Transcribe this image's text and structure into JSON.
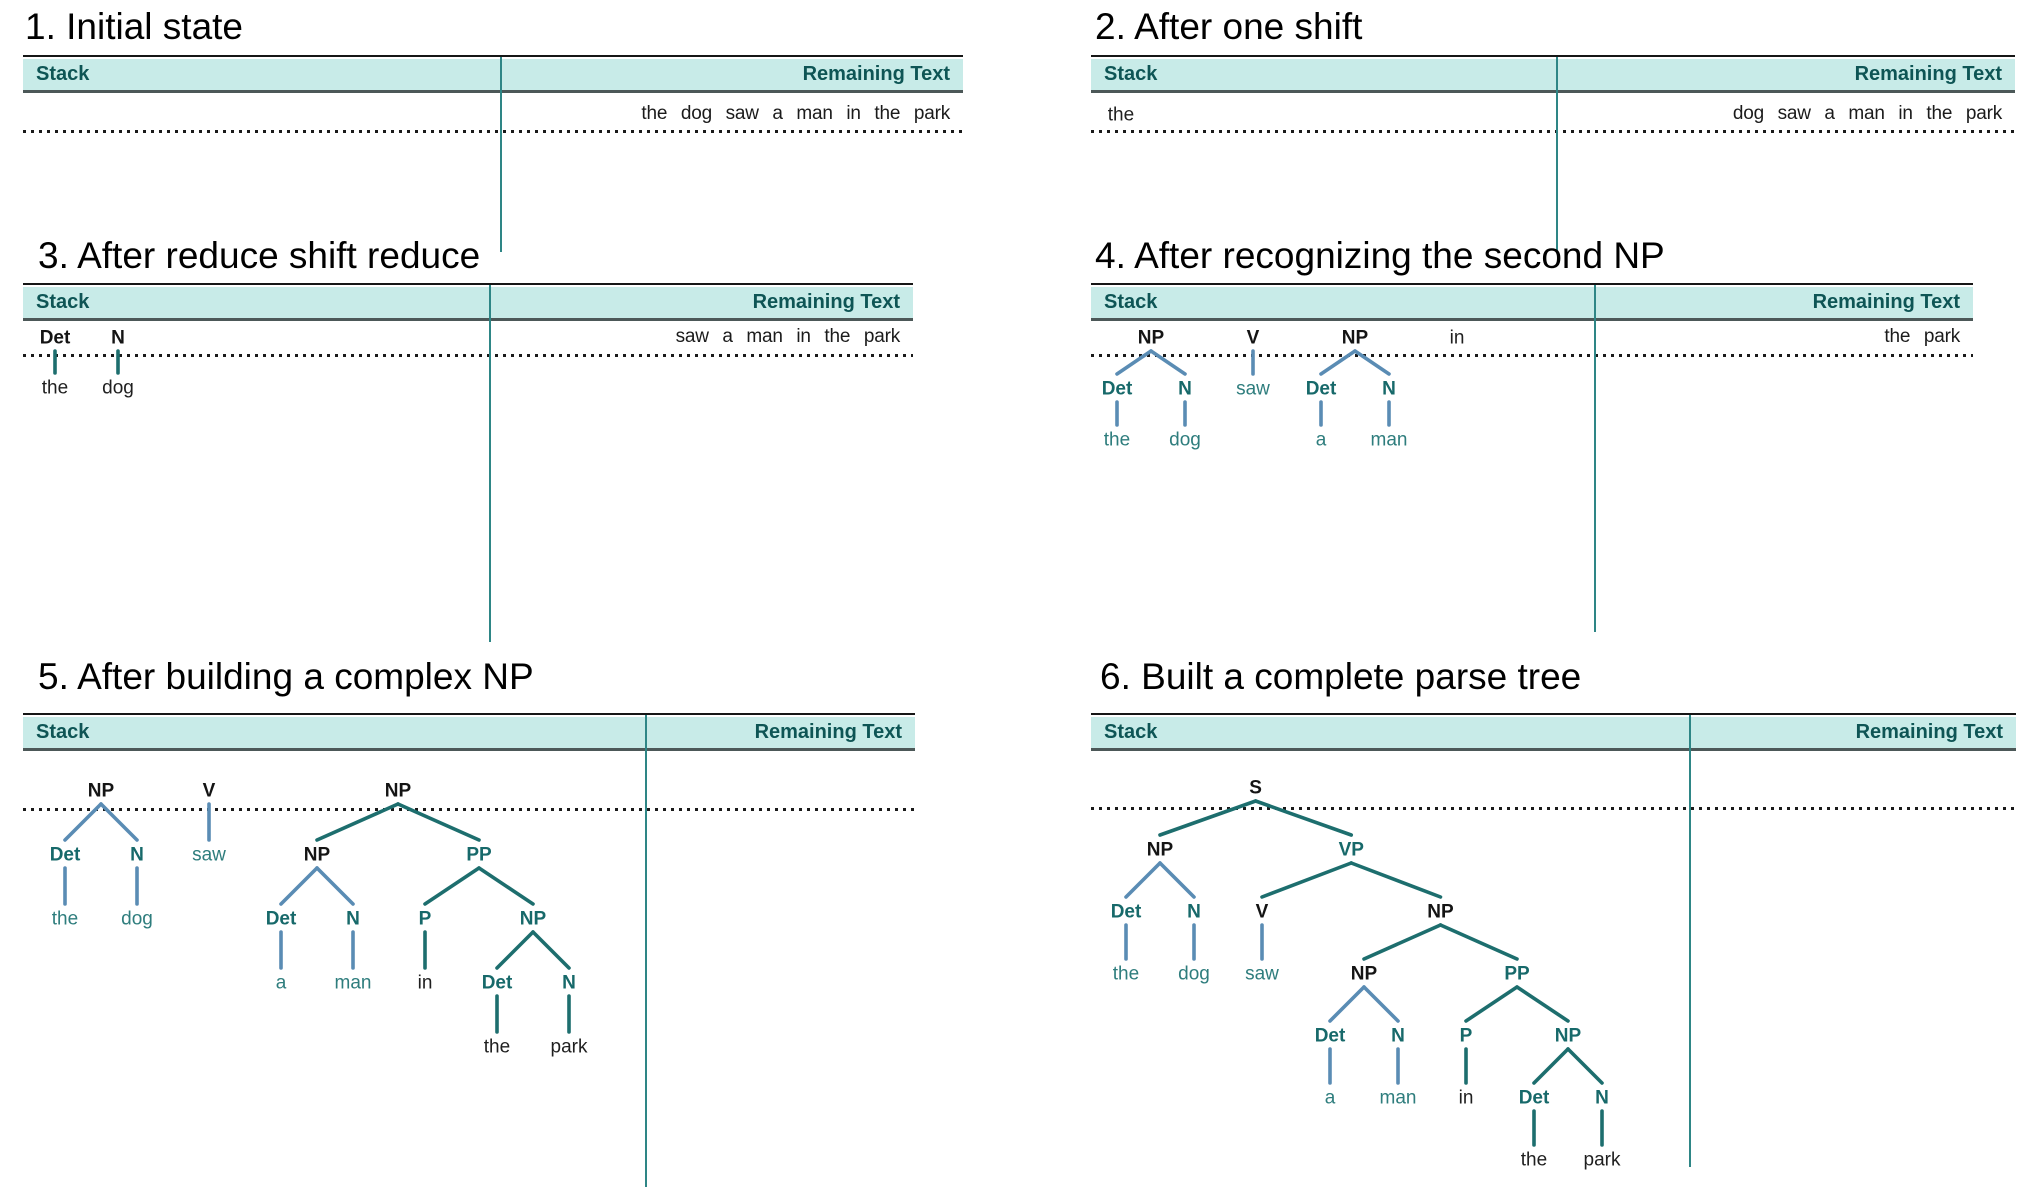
{
  "colors": {
    "header_band": "#c8ebe8",
    "header_text": "#0e5555",
    "divider_teal": "#2e8686",
    "edge_blue": "#5a8cb4",
    "edge_teal": "#1d6e6e",
    "node_black": "#141414",
    "node_teal_bold": "#17696a",
    "leaf_teal": "#2e7d7d",
    "leaf_black": "#1f1f1f"
  },
  "panels": [
    {
      "title": "1. Initial state",
      "headers": {
        "stack": "Stack",
        "remaining": "Remaining Text"
      },
      "remaining_text": "the dog saw a man in the park",
      "stack_forest": []
    },
    {
      "title": "2. After one shift",
      "headers": {
        "stack": "Stack",
        "remaining": "Remaining Text"
      },
      "remaining_text": "dog saw a man in the park",
      "stack_forest": [
        {
          "t": "the",
          "s": "lb"
        }
      ]
    },
    {
      "title": "3. After reduce shift reduce",
      "headers": {
        "stack": "Stack",
        "remaining": "Remaining Text"
      },
      "remaining_text": "saw a man in the park",
      "stack_forest": [
        {
          "t": "Det",
          "s": "nb",
          "e": "teal",
          "c": [
            {
              "t": "the",
              "s": "lb"
            }
          ]
        },
        {
          "t": "N",
          "s": "nb",
          "e": "teal",
          "c": [
            {
              "t": "dog",
              "s": "lb"
            }
          ]
        }
      ]
    },
    {
      "title": "4. After recognizing the second NP",
      "headers": {
        "stack": "Stack",
        "remaining": "Remaining Text"
      },
      "remaining_text": "the park",
      "stack_forest": [
        {
          "t": "NP",
          "s": "nb",
          "e": "blue",
          "c": [
            {
              "t": "Det",
              "s": "nt",
              "e": "blue",
              "c": [
                {
                  "t": "the",
                  "s": "lt"
                }
              ]
            },
            {
              "t": "N",
              "s": "nt",
              "e": "blue",
              "c": [
                {
                  "t": "dog",
                  "s": "lt"
                }
              ]
            }
          ]
        },
        {
          "t": "V",
          "s": "nb",
          "e": "blue",
          "c": [
            {
              "t": "saw",
              "s": "lt"
            }
          ]
        },
        {
          "t": "NP",
          "s": "nb",
          "e": "blue",
          "c": [
            {
              "t": "Det",
              "s": "nt",
              "e": "blue",
              "c": [
                {
                  "t": "a",
                  "s": "lt"
                }
              ]
            },
            {
              "t": "N",
              "s": "nt",
              "e": "blue",
              "c": [
                {
                  "t": "man",
                  "s": "lt"
                }
              ]
            }
          ]
        },
        {
          "t": "in",
          "s": "lb"
        }
      ]
    },
    {
      "title": "5. After building a complex NP",
      "headers": {
        "stack": "Stack",
        "remaining": "Remaining Text"
      },
      "remaining_text": "",
      "stack_forest": [
        {
          "t": "NP",
          "s": "nb",
          "e": "blue",
          "c": [
            {
              "t": "Det",
              "s": "nt",
              "e": "blue",
              "c": [
                {
                  "t": "the",
                  "s": "lt"
                }
              ]
            },
            {
              "t": "N",
              "s": "nt",
              "e": "blue",
              "c": [
                {
                  "t": "dog",
                  "s": "lt"
                }
              ]
            }
          ]
        },
        {
          "t": "V",
          "s": "nb",
          "e": "blue",
          "c": [
            {
              "t": "saw",
              "s": "lt"
            }
          ]
        },
        {
          "t": "NP",
          "s": "nb",
          "e": "teal",
          "c": [
            {
              "t": "NP",
              "s": "nb",
              "e": "blue",
              "c": [
                {
                  "t": "Det",
                  "s": "nt",
                  "e": "blue",
                  "c": [
                    {
                      "t": "a",
                      "s": "lt"
                    }
                  ]
                },
                {
                  "t": "N",
                  "s": "nt",
                  "e": "blue",
                  "c": [
                    {
                      "t": "man",
                      "s": "lt"
                    }
                  ]
                }
              ]
            },
            {
              "t": "PP",
              "s": "nt",
              "e": "teal",
              "c": [
                {
                  "t": "P",
                  "s": "nt",
                  "e": "teal",
                  "c": [
                    {
                      "t": "in",
                      "s": "lb"
                    }
                  ]
                },
                {
                  "t": "NP",
                  "s": "nt",
                  "e": "teal",
                  "c": [
                    {
                      "t": "Det",
                      "s": "nt",
                      "e": "teal",
                      "c": [
                        {
                          "t": "the",
                          "s": "lb"
                        }
                      ]
                    },
                    {
                      "t": "N",
                      "s": "nt",
                      "e": "teal",
                      "c": [
                        {
                          "t": "park",
                          "s": "lb"
                        }
                      ]
                    }
                  ]
                }
              ]
            }
          ]
        }
      ]
    },
    {
      "title": "6. Built a complete parse tree",
      "headers": {
        "stack": "Stack",
        "remaining": "Remaining Text"
      },
      "remaining_text": "",
      "stack_forest": [
        {
          "t": "S",
          "s": "nb",
          "e": "teal",
          "c": [
            {
              "t": "NP",
              "s": "nb",
              "e": "blue",
              "c": [
                {
                  "t": "Det",
                  "s": "nt",
                  "e": "blue",
                  "c": [
                    {
                      "t": "the",
                      "s": "lt"
                    }
                  ]
                },
                {
                  "t": "N",
                  "s": "nt",
                  "e": "blue",
                  "c": [
                    {
                      "t": "dog",
                      "s": "lt"
                    }
                  ]
                }
              ]
            },
            {
              "t": "VP",
              "s": "nt",
              "e": "teal",
              "c": [
                {
                  "t": "V",
                  "s": "nb",
                  "e": "blue",
                  "c": [
                    {
                      "t": "saw",
                      "s": "lt"
                    }
                  ]
                },
                {
                  "t": "NP",
                  "s": "nb",
                  "e": "teal",
                  "c": [
                    {
                      "t": "NP",
                      "s": "nb",
                      "e": "blue",
                      "c": [
                        {
                          "t": "Det",
                          "s": "nt",
                          "e": "blue",
                          "c": [
                            {
                              "t": "a",
                              "s": "lt"
                            }
                          ]
                        },
                        {
                          "t": "N",
                          "s": "nt",
                          "e": "blue",
                          "c": [
                            {
                              "t": "man",
                              "s": "lt"
                            }
                          ]
                        }
                      ]
                    },
                    {
                      "t": "PP",
                      "s": "nt",
                      "e": "teal",
                      "c": [
                        {
                          "t": "P",
                          "s": "nt",
                          "e": "teal",
                          "c": [
                            {
                              "t": "in",
                              "s": "lb"
                            }
                          ]
                        },
                        {
                          "t": "NP",
                          "s": "nt",
                          "e": "teal",
                          "c": [
                            {
                              "t": "Det",
                              "s": "nt",
                              "e": "teal",
                              "c": [
                                {
                                  "t": "the",
                                  "s": "lb"
                                }
                              ]
                            },
                            {
                              "t": "N",
                              "s": "nt",
                              "e": "teal",
                              "c": [
                                {
                                  "t": "park",
                                  "s": "lb"
                                }
                              ]
                            }
                          ]
                        }
                      ]
                    }
                  ]
                }
              ]
            }
          ]
        }
      ]
    }
  ]
}
